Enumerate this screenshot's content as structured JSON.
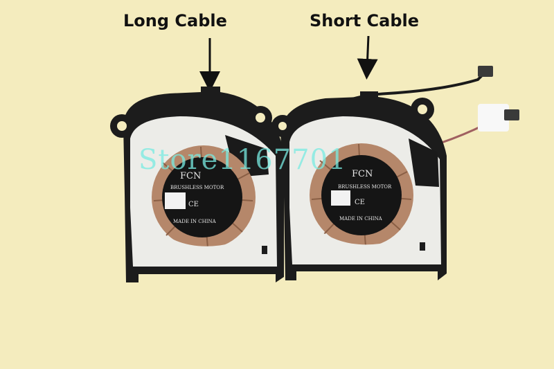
{
  "annotations": {
    "long_cable": "Long Cable",
    "short_cable": "Short Cable"
  },
  "watermark": "Store1167701",
  "fans": [
    {
      "brand": "FCN",
      "motor": "BRUSHLESS MOTOR",
      "origin": "MADE IN CHINA",
      "marks": "CE"
    },
    {
      "brand": "FCN",
      "motor": "BRUSHLESS MOTOR",
      "origin": "MADE IN CHINA",
      "marks": "CE"
    }
  ],
  "colors": {
    "background": "#f4ecbe",
    "frame": "#1c1c1c",
    "plate": "#ecece8",
    "hub": "#151515",
    "blades": "#b5876a",
    "watermark": "#78ebe1"
  }
}
